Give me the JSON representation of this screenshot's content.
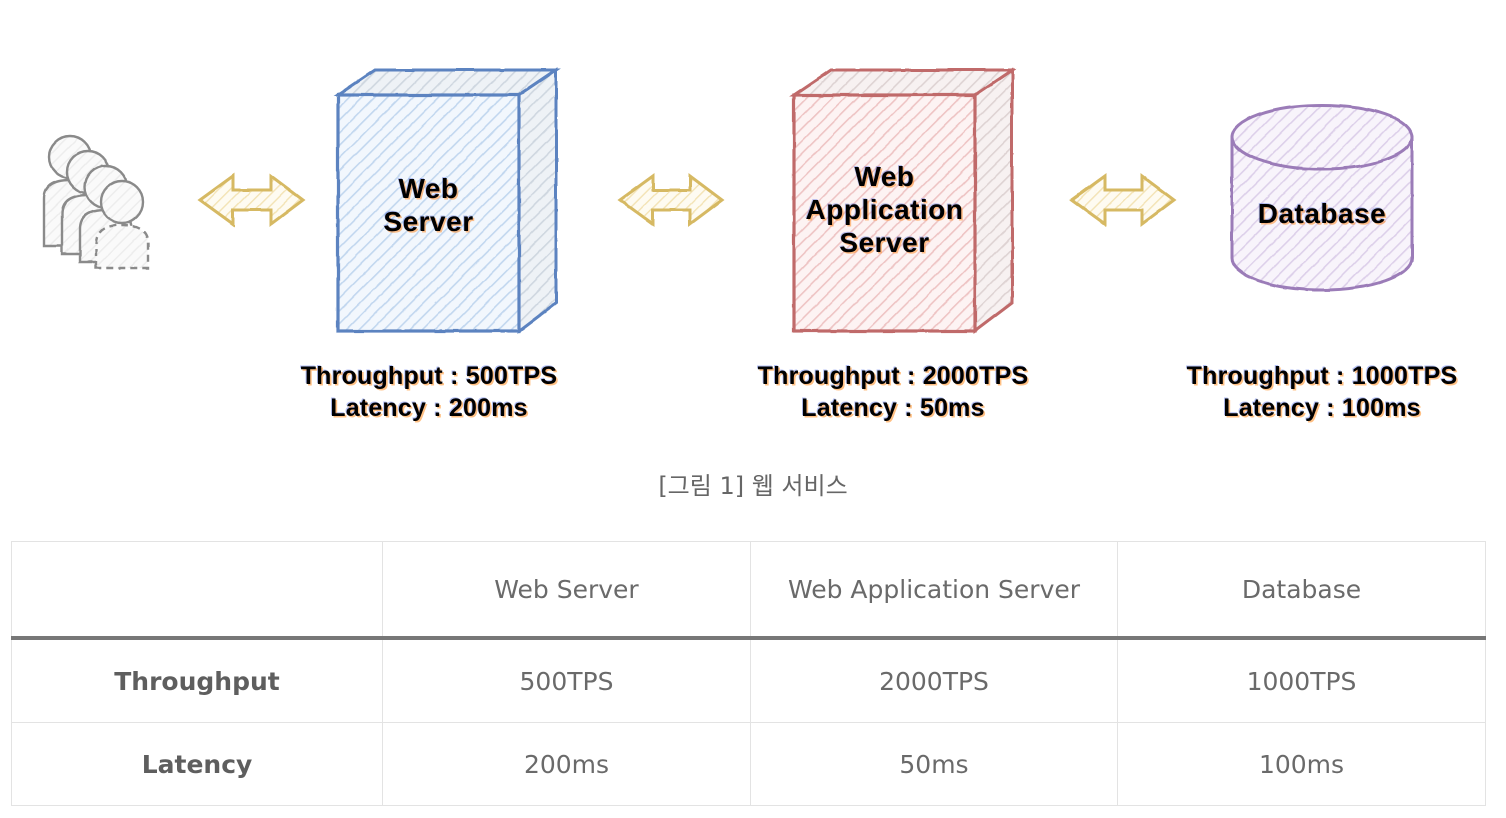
{
  "figure": {
    "caption": "[그림 1] 웹 서비스",
    "actors": {
      "users": {
        "name": "users-group",
        "label": ""
      }
    },
    "nodes": [
      {
        "id": "web-server",
        "label": "Web\nServer",
        "shape": "box-3d",
        "stroke": "#5b83c0",
        "fill": "#eaf1fb",
        "throughput": "Throughput : 500TPS",
        "latency": "Latency : 200ms"
      },
      {
        "id": "web-application-server",
        "label": "Web\nApplication\nServer",
        "shape": "box-3d",
        "stroke": "#c06a6a",
        "fill": "#fbeeee",
        "throughput": "Throughput : 2000TPS",
        "latency": "Latency : 50ms"
      },
      {
        "id": "database",
        "label": "Database",
        "shape": "cylinder",
        "stroke": "#9b7cb8",
        "fill": "#f2ecf7",
        "throughput": "Throughput : 1000TPS",
        "latency": "Latency : 100ms"
      }
    ],
    "connectors": [
      {
        "id": "users-to-web-server",
        "type": "double-arrow",
        "color": "#d6b963"
      },
      {
        "id": "web-server-to-was",
        "type": "double-arrow",
        "color": "#d6b963"
      },
      {
        "id": "was-to-database",
        "type": "double-arrow",
        "color": "#d6b963"
      }
    ]
  },
  "table": {
    "headers": [
      "",
      "Web Server",
      "Web Application Server",
      "Database"
    ],
    "rows": [
      {
        "label": "Throughput",
        "values": [
          "500TPS",
          "2000TPS",
          "1000TPS"
        ]
      },
      {
        "label": "Latency",
        "values": [
          "200ms",
          "50ms",
          "100ms"
        ]
      }
    ]
  },
  "colors": {
    "accent_blue": "#5b83c0",
    "accent_red": "#c06a6a",
    "accent_purple": "#9b7cb8",
    "accent_gold": "#d6b963",
    "table_border": "#e3e3e3",
    "table_rule": "#777777",
    "text_gray": "#6a6a6a",
    "caption_gray": "#666666"
  }
}
